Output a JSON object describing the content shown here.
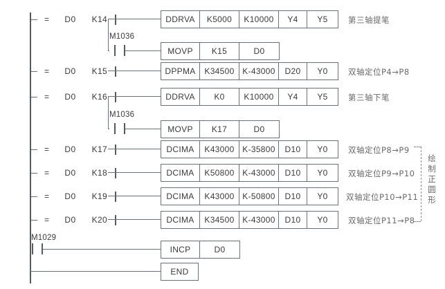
{
  "diagram": {
    "title": "PLC Ladder Diagram",
    "colors": {
      "line": "#6b7075",
      "rail": "#555a5e",
      "text": "#3a3a3a",
      "note": "#6a6a6a",
      "bracket": "#8a8a8a",
      "background": "#ffffff"
    }
  },
  "rungs": [
    {
      "id": "rung-1",
      "contact": {
        "operator": "=",
        "operand1": "D0",
        "operand2": "K14"
      },
      "instruction": {
        "mnemonic": "DDRVA",
        "operands": [
          "K5000",
          "K10000",
          "Y4",
          "Y5"
        ]
      },
      "note": "第三轴提笔"
    },
    {
      "id": "rung-1-branch",
      "branch_contact_label": "M1036",
      "instruction": {
        "mnemonic": "MOVP",
        "operands": [
          "K15",
          "D0"
        ]
      },
      "note": ""
    },
    {
      "id": "rung-2",
      "contact": {
        "operator": "=",
        "operand1": "D0",
        "operand2": "K15"
      },
      "instruction": {
        "mnemonic": "DPPMA",
        "operands": [
          "K34500",
          "K-43000",
          "D20",
          "Y0"
        ]
      },
      "note": "双轴定位P4→P8"
    },
    {
      "id": "rung-3",
      "contact": {
        "operator": "=",
        "operand1": "D0",
        "operand2": "K16"
      },
      "instruction": {
        "mnemonic": "DDRVA",
        "operands": [
          "K0",
          "K10000",
          "Y4",
          "Y5"
        ]
      },
      "note": "第三轴下笔"
    },
    {
      "id": "rung-3-branch",
      "branch_contact_label": "M1036",
      "instruction": {
        "mnemonic": "MOVP",
        "operands": [
          "K17",
          "D0"
        ]
      },
      "note": ""
    },
    {
      "id": "rung-4",
      "contact": {
        "operator": "=",
        "operand1": "D0",
        "operand2": "K17"
      },
      "instruction": {
        "mnemonic": "DCIMA",
        "operands": [
          "K43000",
          "K-35800",
          "D10",
          "Y0"
        ]
      },
      "note": "双轴定位P8→P9"
    },
    {
      "id": "rung-5",
      "contact": {
        "operator": "=",
        "operand1": "D0",
        "operand2": "K18"
      },
      "instruction": {
        "mnemonic": "DCIMA",
        "operands": [
          "K50800",
          "K-43000",
          "D10",
          "Y0"
        ]
      },
      "note": "双轴定位P9→P10"
    },
    {
      "id": "rung-6",
      "contact": {
        "operator": "=",
        "operand1": "D0",
        "operand2": "K19"
      },
      "instruction": {
        "mnemonic": "DCIMA",
        "operands": [
          "K43000",
          "K-50800",
          "D10",
          "Y0"
        ]
      },
      "note": "双轴定位P10→P11"
    },
    {
      "id": "rung-7",
      "contact": {
        "operator": "=",
        "operand1": "D0",
        "operand2": "K20"
      },
      "instruction": {
        "mnemonic": "DCIMA",
        "operands": [
          "K34500",
          "K-43000",
          "D10",
          "Y0"
        ]
      },
      "note": "双轴定位P11→P8"
    },
    {
      "id": "rung-8",
      "contact_label": "M1029",
      "instruction": {
        "mnemonic": "INCP",
        "operands": [
          "D0"
        ]
      },
      "note": ""
    },
    {
      "id": "rung-end",
      "instruction": {
        "mnemonic": "END",
        "operands": []
      },
      "note": ""
    }
  ],
  "group_bracket": {
    "label": "绘制正圆形",
    "label_chars": [
      "绘",
      "制",
      "正",
      "圆",
      "形"
    ],
    "covers": [
      "rung-4",
      "rung-5",
      "rung-6",
      "rung-7"
    ]
  }
}
